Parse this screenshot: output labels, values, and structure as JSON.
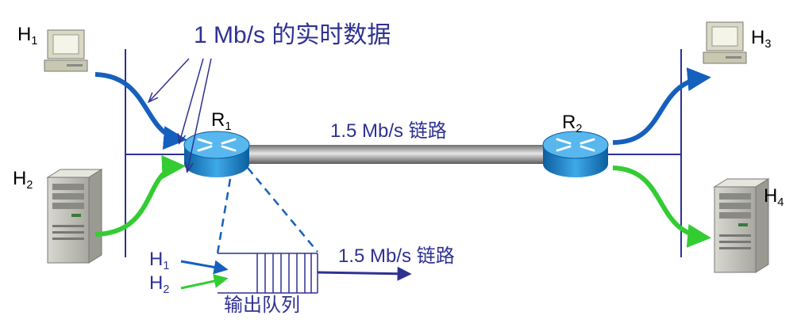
{
  "title": "1 Mb/s 的实时数据",
  "hosts": {
    "h1": {
      "name": "H",
      "sub": "1"
    },
    "h2": {
      "name": "H",
      "sub": "2"
    },
    "h3": {
      "name": "H",
      "sub": "3"
    },
    "h4": {
      "name": "H",
      "sub": "4"
    }
  },
  "routers": {
    "r1": {
      "name": "R",
      "sub": "1"
    },
    "r2": {
      "name": "R",
      "sub": "2"
    }
  },
  "link_label": "1.5 Mb/s 链路",
  "queue": {
    "label": "输出队列",
    "in1": {
      "name": "H",
      "sub": "1"
    },
    "in2": {
      "name": "H",
      "sub": "2"
    },
    "out_label": "1.5 Mb/s 链路"
  },
  "colors": {
    "h1_flow": "#1560bd",
    "h2_flow": "#33cc33",
    "text_blue": "#2e3192",
    "router": "#1a8fd0"
  }
}
